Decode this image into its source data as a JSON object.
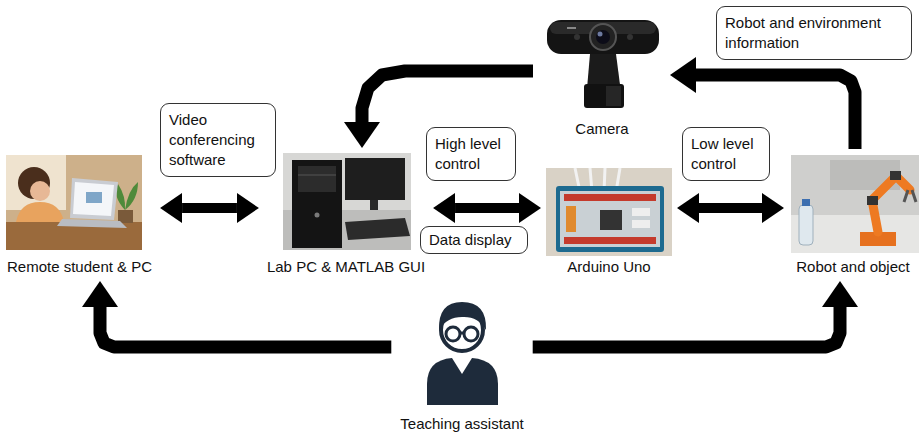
{
  "diagram": {
    "nodes": [
      {
        "text": [
          "Camera"
        ]
      },
      {
        "text": [
          "Remote student & PC"
        ]
      },
      {
        "text": [
          "Lab PC & MATLAB GUI"
        ]
      },
      {
        "text": [
          "Arduino Uno"
        ]
      },
      {
        "text": [
          "Robot and object"
        ]
      },
      {
        "text": [
          "Teaching assistant"
        ]
      }
    ],
    "edges": [
      {
        "from": 0,
        "to": 2,
        "arrow": "to"
      },
      {
        "from": 4,
        "to": 0,
        "arrow": "to",
        "label": "Robot and environment information"
      },
      {
        "from": 1,
        "to": 2,
        "arrow": "both",
        "label": "Video conferencing software"
      },
      {
        "from": 2,
        "to": 3,
        "arrow": "both",
        "label": "High level control"
      },
      {
        "from": 3,
        "to": 4,
        "arrow": "both",
        "label": "Low level control"
      },
      {
        "from": 5,
        "to": 1,
        "arrow": "to"
      },
      {
        "from": 5,
        "to": 4,
        "arrow": "to"
      }
    ],
    "labels": [
      "Data display"
    ]
  }
}
